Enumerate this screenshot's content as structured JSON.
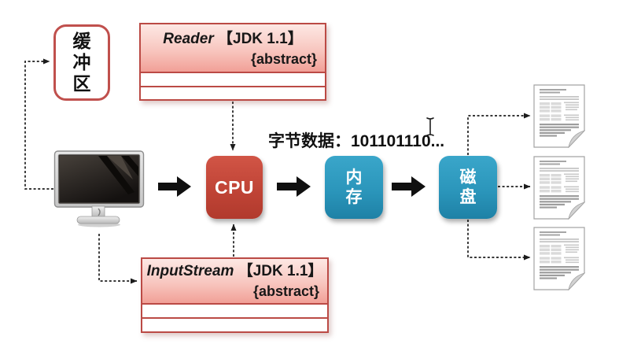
{
  "diagram_title": "Java IO byte stream flow diagram",
  "buffer": {
    "label": "缓冲区",
    "chars": [
      "缓",
      "冲",
      "区"
    ]
  },
  "reader": {
    "name": "Reader",
    "jdk": "【JDK 1.1】",
    "stereotype": "{abstract}"
  },
  "input_stream": {
    "name": "InputStream",
    "jdk": "【JDK 1.1】",
    "stereotype": "{abstract}"
  },
  "cpu": {
    "label": "CPU"
  },
  "memory": {
    "label": "内存",
    "chars": [
      "内",
      "存"
    ]
  },
  "disk": {
    "label": "磁盘",
    "chars": [
      "磁",
      "盘"
    ]
  },
  "byte_data": {
    "text": "字节数据：101101110..."
  },
  "icons": {
    "monitor": "computer-monitor-icon",
    "documents": [
      "document-file-icon",
      "document-file-icon",
      "document-file-icon"
    ],
    "cursor": "text-ibeam-cursor-icon"
  },
  "colors": {
    "class_border": "#bb4a45",
    "class_header_top": "#fde8e4",
    "class_header_bottom": "#f1a097",
    "buffer_border": "#c0504d",
    "cpu_red": "#c04436",
    "node_teal": "#2b96bb",
    "arrow_black": "#111111",
    "connector_black": "#1c1c1c",
    "monitor_silver": "#d8d8d8",
    "doc_line_gray": "#bdbdbd",
    "background": "#ffffff"
  }
}
